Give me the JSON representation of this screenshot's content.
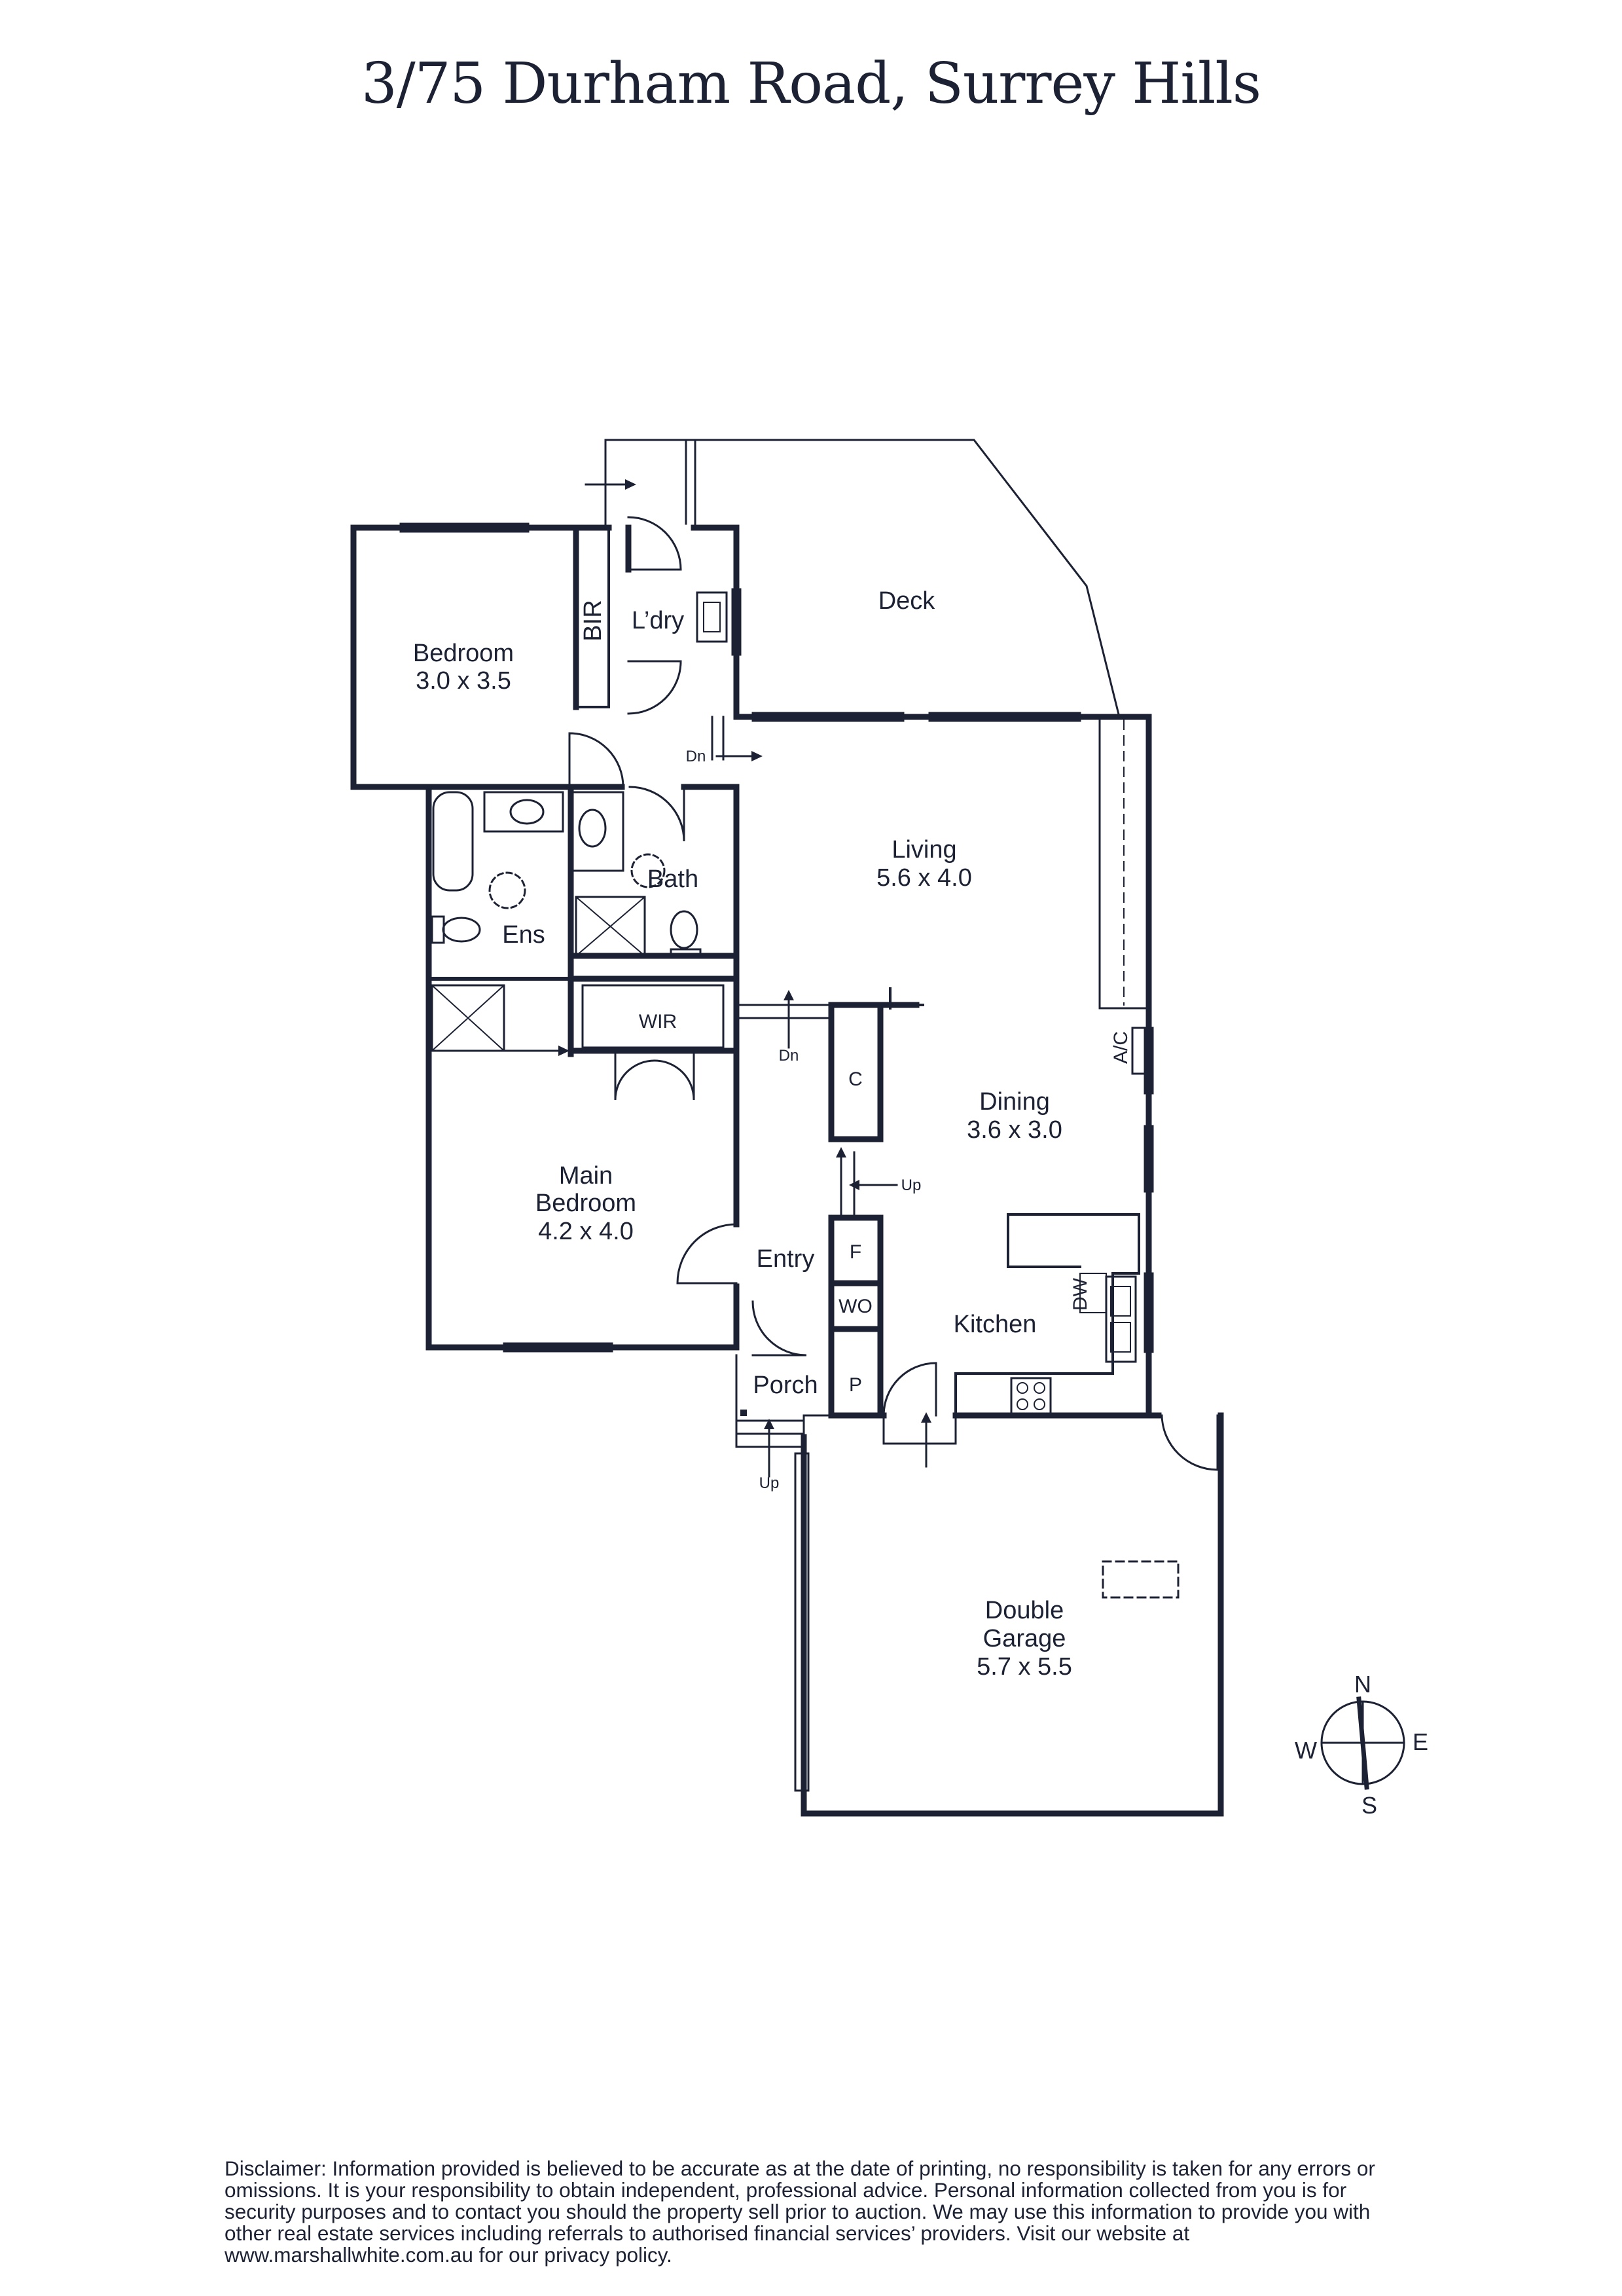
{
  "title": "3/75 Durham Road, Surrey Hills",
  "rooms": {
    "bedroom": {
      "name": "Bedroom",
      "size": "3.0 x 3.5"
    },
    "bir": "BIR",
    "laundry": "L’dry",
    "deck": "Deck",
    "living": {
      "name": "Living",
      "size": "5.6 x 4.0"
    },
    "bath": "Bath",
    "ensuite": "Ens",
    "wir": "WIR",
    "main_bedroom": {
      "name_line1": "Main",
      "name_line2": "Bedroom",
      "size": "4.2 x 4.0"
    },
    "cupboard": "C",
    "dining": {
      "name": "Dining",
      "size": "3.6 x 3.0"
    },
    "ac": "A/C",
    "entry": "Entry",
    "fridge": "F",
    "wall_oven": "WO",
    "pantry": "P",
    "kitchen": "Kitchen",
    "dishwasher": "DW",
    "porch": "Porch",
    "garage": {
      "name_line1": "Double",
      "name_line2": "Garage",
      "size": "5.7 x 5.5"
    }
  },
  "stairs": {
    "dn": "Dn",
    "up": "Up"
  },
  "compass": {
    "n": "N",
    "e": "E",
    "s": "S",
    "w": "W"
  },
  "disclaimer": "Disclaimer: Information provided is believed to be accurate as at the date of printing, no responsibility is taken for any errors or omissions. It is your responsibility to obtain independent, professional advice. Personal information collected from you is for security purposes and to contact you should the property sell prior to auction. We may use this information to provide you with other real estate services including referrals to authorised financial services’ providers. Visit our website at www.marshallwhite.com.au for our privacy policy.",
  "colors": {
    "ink": "#1c2233"
  }
}
